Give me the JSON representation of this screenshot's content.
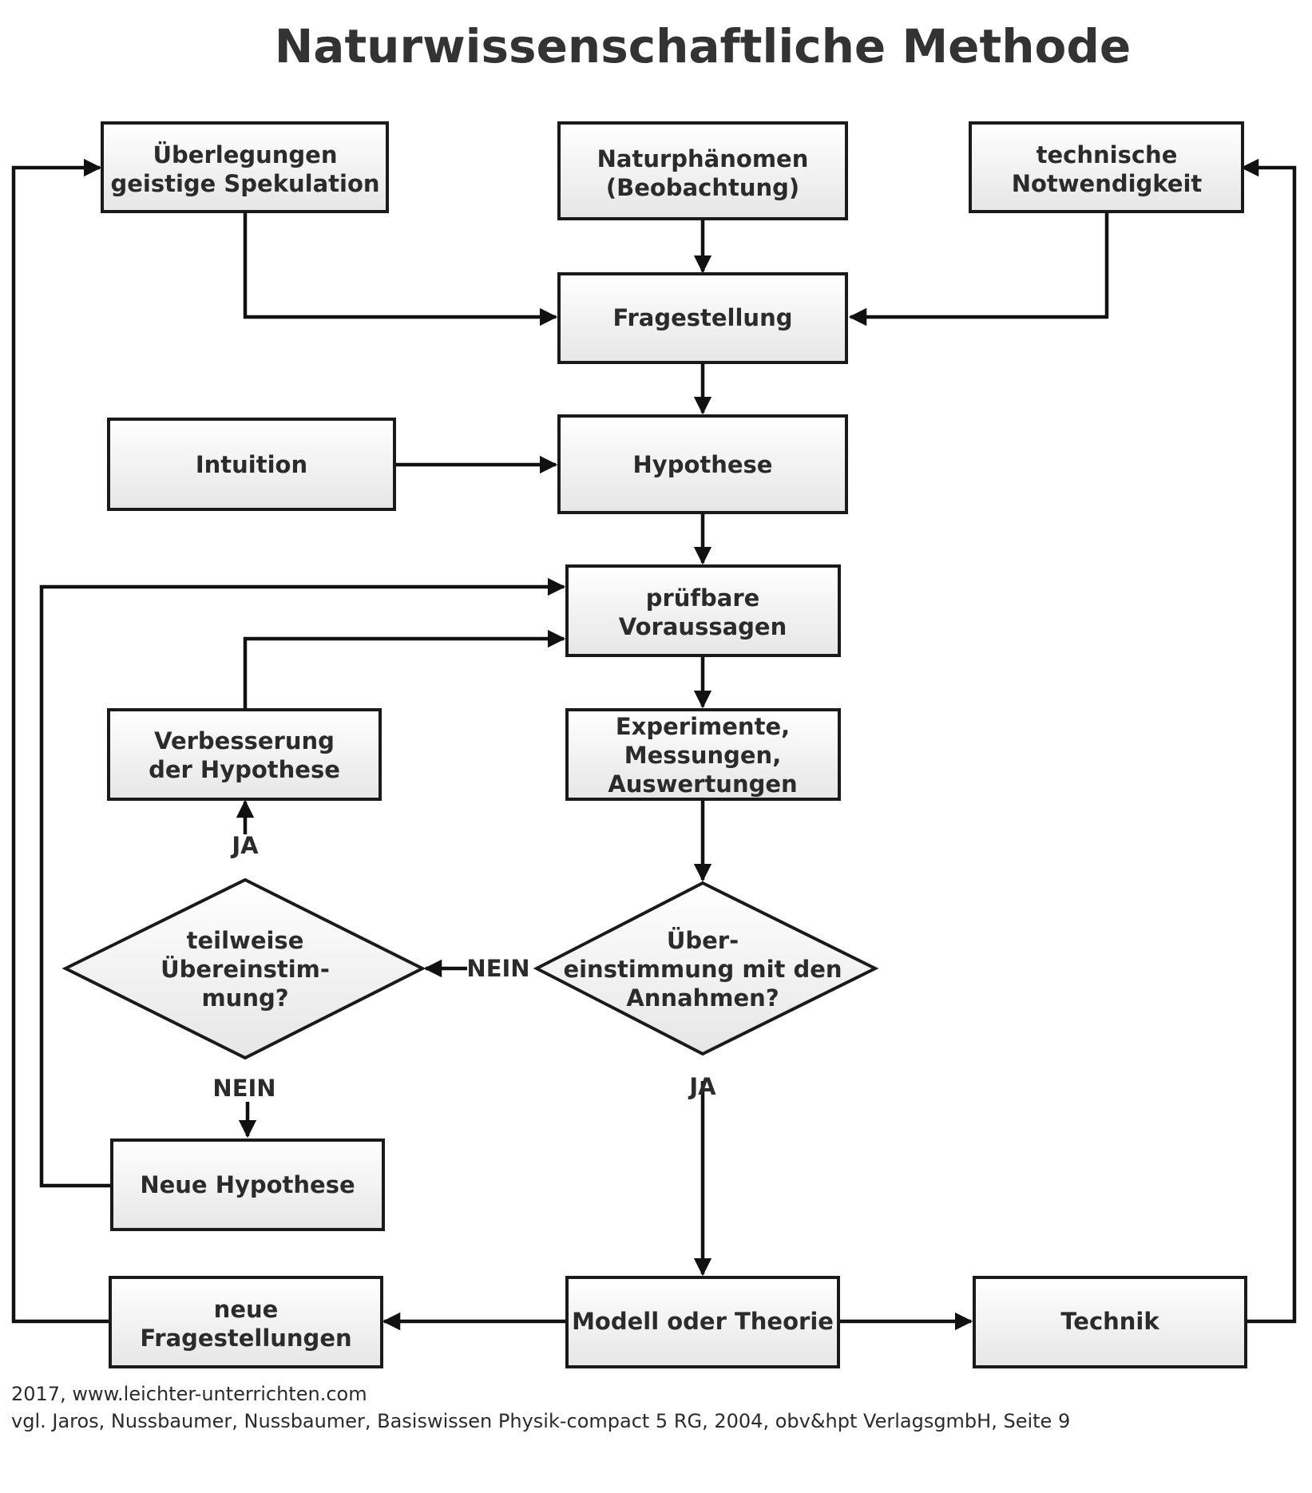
{
  "title": "Naturwissenschaftliche Methode",
  "colors": {
    "box_fill_top": "#ffffff",
    "box_fill_bottom": "#e6e6e6",
    "border": "#1a1a1a",
    "text": "#2b2b2b"
  },
  "nodes": {
    "ueberlegungen": [
      "Überlegungen",
      "geistige Spekulation"
    ],
    "naturphaenomen": [
      "Naturphänomen",
      "(Beobachtung)"
    ],
    "technische_notwendigkeit": [
      "technische",
      "Notwendigkeit"
    ],
    "fragestellung": [
      "Fragestellung"
    ],
    "intuition": [
      "Intuition"
    ],
    "hypothese": [
      "Hypothese"
    ],
    "pruefbare_voraussagen": [
      "prüfbare",
      "Voraussagen"
    ],
    "verbesserung": [
      "Verbesserung",
      "der Hypothese"
    ],
    "experimente": [
      "Experimente,",
      "Messungen,",
      "Auswertungen"
    ],
    "teilweise": [
      "teilweise",
      "Übereinstim-",
      "mung?"
    ],
    "uebereinstimmung": [
      "Über-",
      "einstimmung mit den",
      "Annahmen?"
    ],
    "neue_hypothese": [
      "Neue Hypothese"
    ],
    "neue_fragestellungen": [
      "neue",
      "Fragestellungen"
    ],
    "modell": [
      "Modell oder Theorie"
    ],
    "technik": [
      "Technik"
    ]
  },
  "edge_labels": {
    "ja_top": "JA",
    "nein_middle": "NEIN",
    "nein_bottom": "NEIN",
    "ja_bottom": "JA"
  },
  "footer": {
    "line1": "2017, www.leichter-unterrichten.com",
    "line2": "vgl. Jaros, Nussbaumer, Nussbaumer, Basiswissen Physik-compact 5 RG, 2004, obv&hpt VerlagsgmbH, Seite 9"
  }
}
